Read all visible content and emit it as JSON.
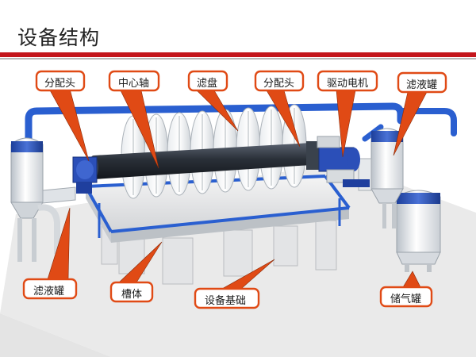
{
  "slide": {
    "title": "设备结构",
    "accent_color": "#c4161c",
    "callout_color": "#e04a15"
  },
  "labels": {
    "distributor_left": "分配头",
    "center_shaft": "中心轴",
    "filter_disc": "滤盘",
    "distributor_right": "分配头",
    "drive_motor": "驱动电机",
    "filtrate_tank_right": "滤液罐",
    "filtrate_tank_left": "滤液罐",
    "trough": "槽体",
    "foundation": "设备基础",
    "gas_tank": "储气罐"
  }
}
